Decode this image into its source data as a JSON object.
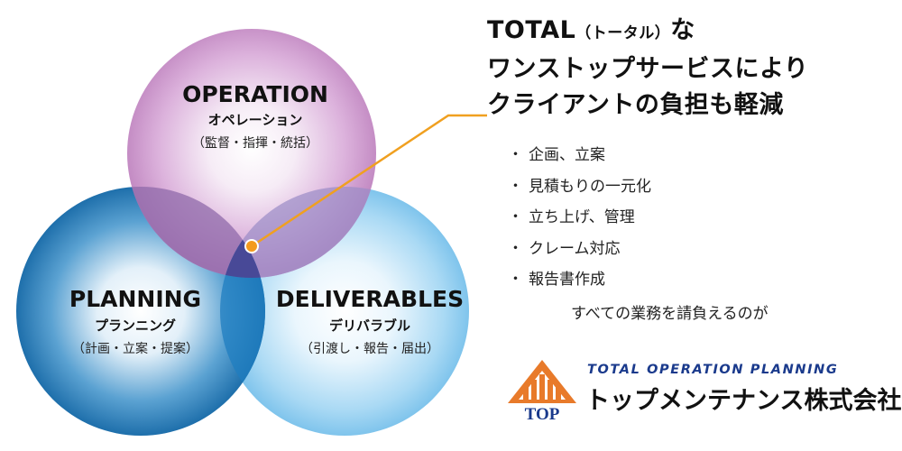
{
  "circles": {
    "operation": {
      "title": "OPERATION",
      "subtitle": "オペレーション",
      "detail": "（監督・指揮・統括）"
    },
    "planning": {
      "title": "PLANNING",
      "subtitle": "プランニング",
      "detail": "（計画・立案・提案）"
    },
    "deliverables": {
      "title": "DELIVERABLES",
      "subtitle": "デリバラブル",
      "detail": "（引渡し・報告・届出）"
    }
  },
  "headline": {
    "line1_main": "TOTAL",
    "line1_small": "（トータル）",
    "line1_tail": "な",
    "line2": "ワンストップサービスにより",
    "line3": "クライアントの負担も軽減"
  },
  "services": [
    "企画、立案",
    "見積もりの一元化",
    "立ち上げ、管理",
    "クレーム対応",
    "報告書作成"
  ],
  "bullet_mark": "・",
  "closing": "すべての業務を請負えるのが",
  "company": {
    "logo_text": "TOP",
    "english_name": "TOTAL OPERATION PLANNING",
    "japanese_name": "トップメンテナンス株式会社"
  },
  "colors": {
    "operation": "#c48cc4",
    "planning": "#2a7cb6",
    "deliverables": "#7fc4ec",
    "accent_line": "#f0a020",
    "logo_orange": "#e87a2a",
    "logo_blue": "#1a3a8c"
  }
}
